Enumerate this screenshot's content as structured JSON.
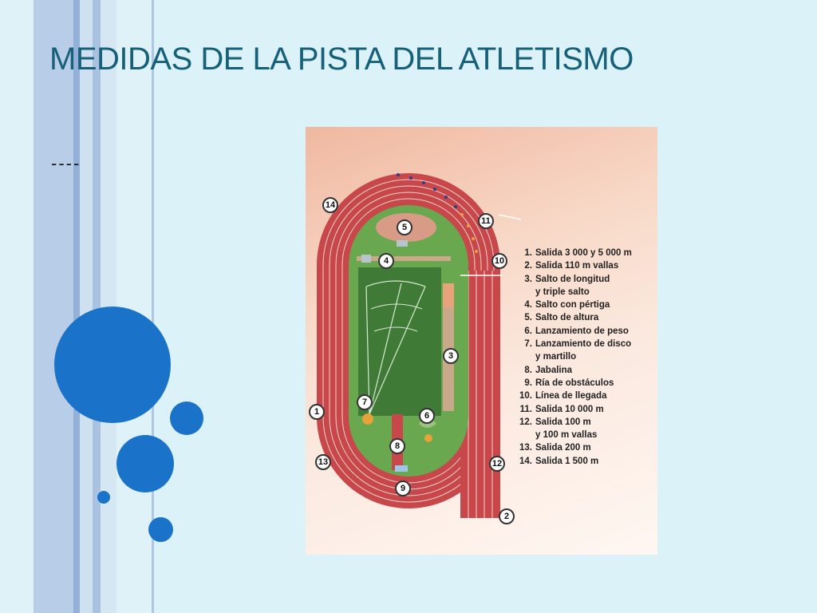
{
  "slide": {
    "title": "MEDIDAS DE LA PISTA DEL ATLETISMO",
    "bullet": "----"
  },
  "figure": {
    "legend": [
      {
        "num": "1.",
        "text": "Salida 3 000 y 5 000 m"
      },
      {
        "num": "2.",
        "text": "Salida 110 m vallas"
      },
      {
        "num": "3.",
        "text": "Salto de longitud",
        "cont": "y triple salto"
      },
      {
        "num": "4.",
        "text": "Salto con pértiga"
      },
      {
        "num": "5.",
        "text": "Salto de altura"
      },
      {
        "num": "6.",
        "text": "Lanzamiento de peso"
      },
      {
        "num": "7.",
        "text": "Lanzamiento de disco",
        "cont": "y martillo"
      },
      {
        "num": "8.",
        "text": "Jabalina"
      },
      {
        "num": "9.",
        "text": "Ría de obstáculos"
      },
      {
        "num": "10.",
        "text": "Línea de llegada"
      },
      {
        "num": "11.",
        "text": "Salida 10 000 m"
      },
      {
        "num": "12.",
        "text": "Salida 100 m",
        "cont": "y 100 m vallas"
      },
      {
        "num": "13.",
        "text": "Salida 200 m"
      },
      {
        "num": "14.",
        "text": "Salida 1 500 m"
      }
    ],
    "markers": [
      "1",
      "2",
      "3",
      "4",
      "5",
      "6",
      "7",
      "8",
      "9",
      "10",
      "11",
      "12",
      "13",
      "14"
    ]
  },
  "colors": {
    "background": "#dbf2f8",
    "title": "#17607a",
    "circles": "#1a73c8",
    "track": "#c8474a",
    "infield": "#6aa84f",
    "infield_dark": "#3f7a36"
  }
}
